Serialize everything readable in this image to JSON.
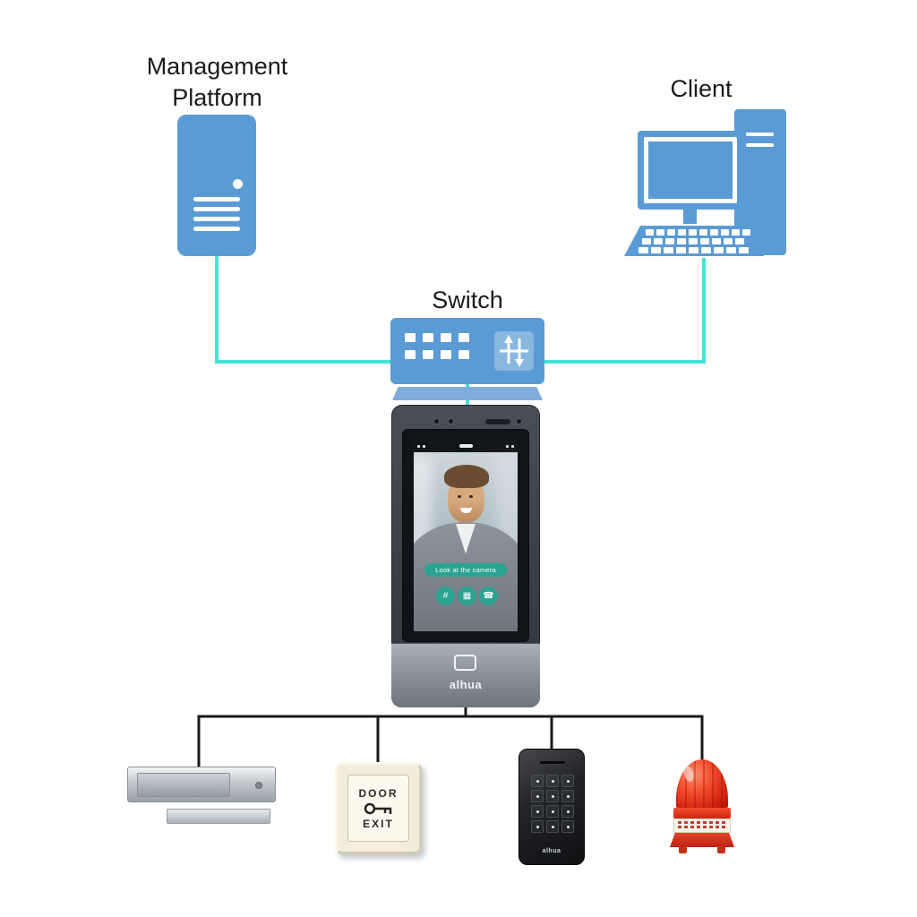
{
  "labels": {
    "management_platform": "Management Platform",
    "client": "Client",
    "switch": "Switch"
  },
  "terminal": {
    "logo": "alhua",
    "screen": {
      "prompt": "Look at the camera",
      "buttons": [
        {
          "name": "password-keypad-icon",
          "glyph": "#"
        },
        {
          "name": "card-icon",
          "glyph": "▦"
        },
        {
          "name": "call-icon",
          "glyph": "☎"
        }
      ]
    }
  },
  "peripherals": {
    "exit_button": {
      "line1": "DOOR",
      "line2": "EXIT"
    },
    "keypad_reader": {
      "logo": "alhua"
    }
  },
  "colors": {
    "node_blue": "#5B9BD5",
    "switch_base_blue": "#7FAEDC",
    "link_cyan": "#45E3DA",
    "link_black": "#1A1A1A",
    "ui_teal": "#2BA393",
    "siren_red": "#D2281A"
  }
}
